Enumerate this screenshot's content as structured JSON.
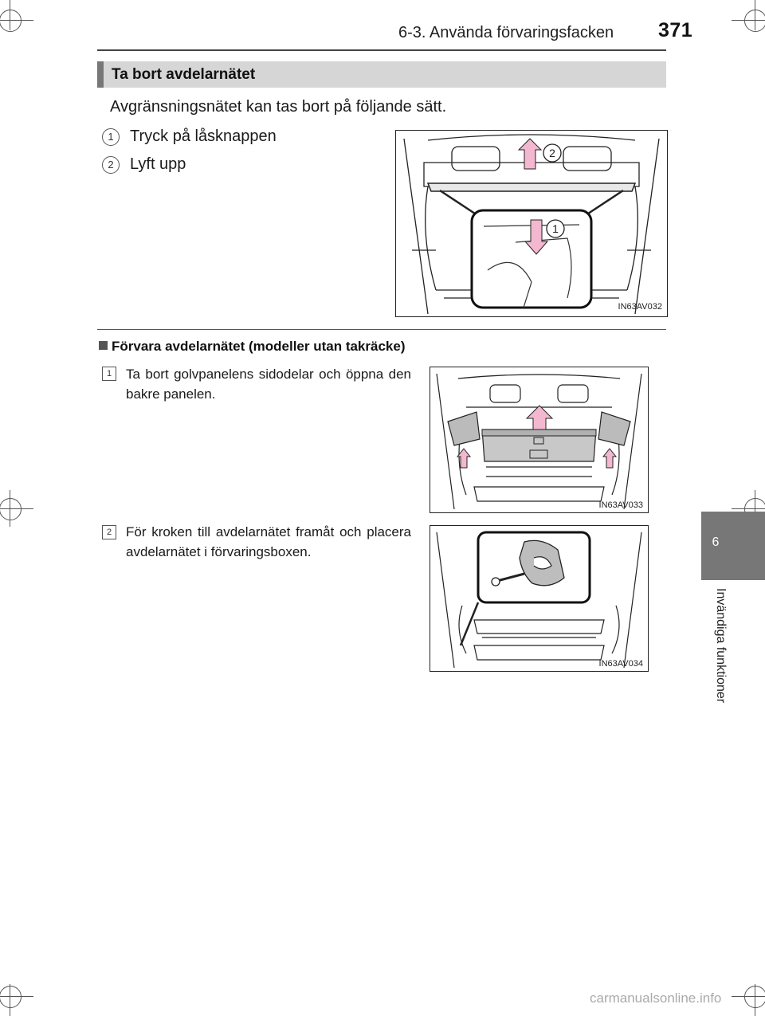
{
  "header": {
    "section_title": "6-3. Använda förvaringsfacken",
    "page_number": "371"
  },
  "section": {
    "title": "Ta bort avdelarnätet",
    "intro": "Avgränsningsnätet kan tas bort på följande sätt.",
    "steps": [
      {
        "num": "1",
        "text": "Tryck på låsknappen"
      },
      {
        "num": "2",
        "text": "Lyft upp"
      }
    ],
    "figure_code": "IN63AV032",
    "callouts": [
      "2",
      "1"
    ]
  },
  "subsection": {
    "title": "Förvara avdelarnätet (modeller utan takräcke)",
    "steps": [
      {
        "num": "1",
        "text": "Ta bort golvpanelens sidodelar och öppna den bakre panelen.",
        "figure_code": "IN63AV033"
      },
      {
        "num": "2",
        "text": "För kroken till avdelarnätet framåt och placera avdelarnätet i förvaringsboxen.",
        "figure_code": "IN63AV034"
      }
    ]
  },
  "side_tab": {
    "number": "6",
    "label": "Invändiga funktioner"
  },
  "watermark": "carmanualsonline.info",
  "colors": {
    "arrow_fill": "#f3b8cf",
    "tab_gray": "#777777",
    "bar_gray": "#d6d6d6"
  }
}
